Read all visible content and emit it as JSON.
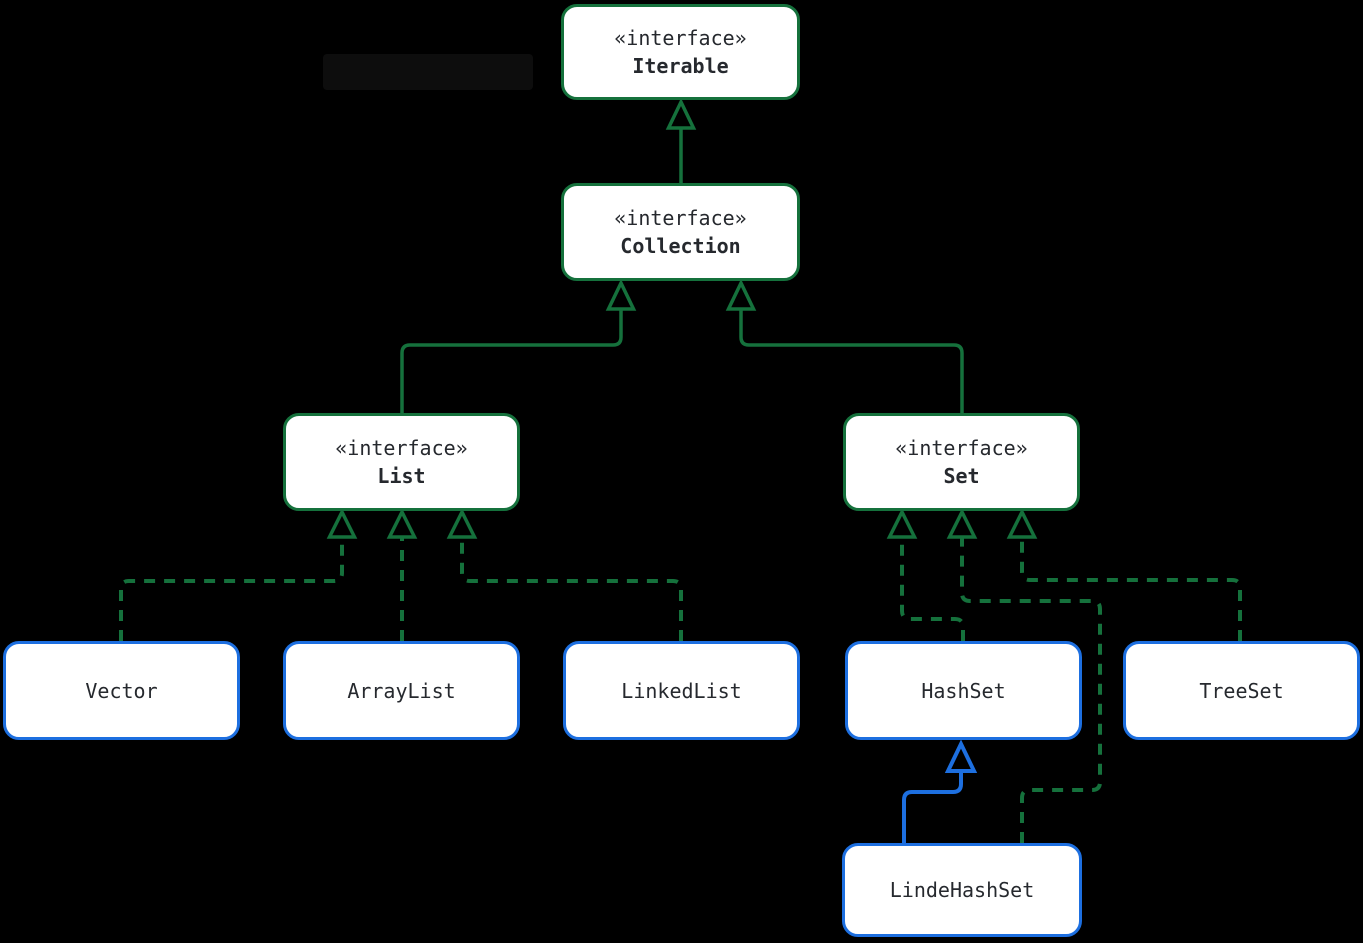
{
  "colors": {
    "background": "#000000",
    "node-fill": "#ffffff",
    "text": "#26292e",
    "green": "#15713c",
    "blue": "#1d6fe0"
  },
  "nodes": {
    "iterable": {
      "stereotype": "«interface»",
      "name": "Iterable"
    },
    "collection": {
      "stereotype": "«interface»",
      "name": "Collection"
    },
    "list": {
      "stereotype": "«interface»",
      "name": "List"
    },
    "set": {
      "stereotype": "«interface»",
      "name": "Set"
    },
    "vector": {
      "name": "Vector"
    },
    "arraylist": {
      "name": "ArrayList"
    },
    "linkedlist": {
      "name": "LinkedList"
    },
    "hashset": {
      "name": "HashSet"
    },
    "treeset": {
      "name": "TreeSet"
    },
    "lindehashset": {
      "name": "LindeHashSet"
    }
  },
  "edges": [
    {
      "from": "Collection",
      "to": "Iterable",
      "relation": "extends",
      "line": "solid",
      "color": "green"
    },
    {
      "from": "List",
      "to": "Collection",
      "relation": "extends",
      "line": "solid",
      "color": "green"
    },
    {
      "from": "Set",
      "to": "Collection",
      "relation": "extends",
      "line": "solid",
      "color": "green"
    },
    {
      "from": "Vector",
      "to": "List",
      "relation": "implements",
      "line": "dashed",
      "color": "green"
    },
    {
      "from": "ArrayList",
      "to": "List",
      "relation": "implements",
      "line": "dashed",
      "color": "green"
    },
    {
      "from": "LinkedList",
      "to": "List",
      "relation": "implements",
      "line": "dashed",
      "color": "green"
    },
    {
      "from": "HashSet",
      "to": "Set",
      "relation": "implements",
      "line": "dashed",
      "color": "green"
    },
    {
      "from": "TreeSet",
      "to": "Set",
      "relation": "implements",
      "line": "dashed",
      "color": "green"
    },
    {
      "from": "LindeHashSet",
      "to": "Set",
      "relation": "implements",
      "line": "dashed",
      "color": "green"
    },
    {
      "from": "LindeHashSet",
      "to": "HashSet",
      "relation": "extends",
      "line": "solid",
      "color": "blue"
    }
  ]
}
